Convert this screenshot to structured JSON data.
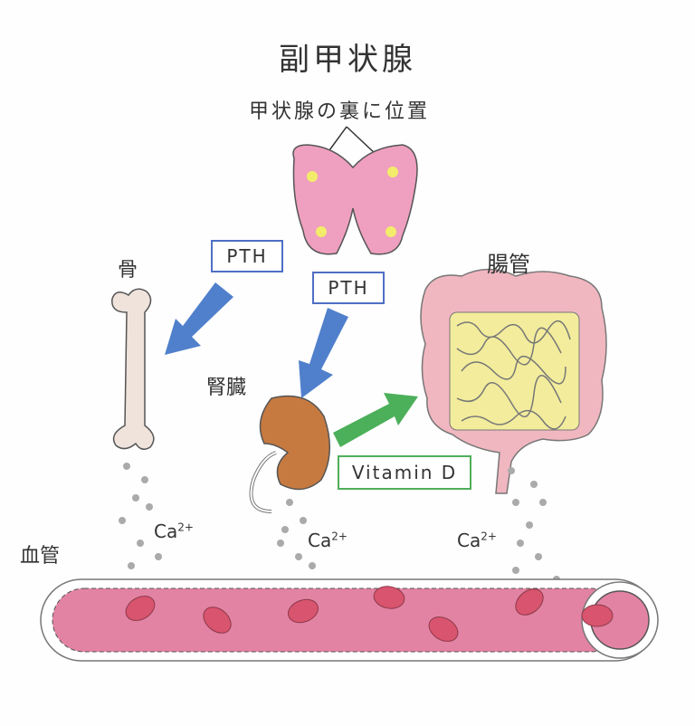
{
  "title": "副甲状腺",
  "subtitle": "甲状腺の裏に位置",
  "labels": {
    "bone": "骨",
    "kidney": "腎臓",
    "intestine": "腸管",
    "vessel": "血管"
  },
  "hormone_boxes": [
    "PTH",
    "PTH"
  ],
  "vitamin_box": "Vitamin D",
  "calcium": [
    {
      "base": "Ca",
      "sup": "2+"
    },
    {
      "base": "Ca",
      "sup": "2+"
    },
    {
      "base": "Ca",
      "sup": "2+"
    }
  ],
  "colors": {
    "thyroid": "#ef9fbf",
    "spot": "#f3ec6a",
    "pth_arrow": "#5080cc",
    "vitamin_arrow": "#4caf5a",
    "kidney": "#c77a40",
    "bone": "#efe3dc",
    "intestine": "#f1b7c0",
    "intestine_inner": "#f2ec9c",
    "vessel": "#e383a4",
    "rbc": "#d9546e"
  }
}
